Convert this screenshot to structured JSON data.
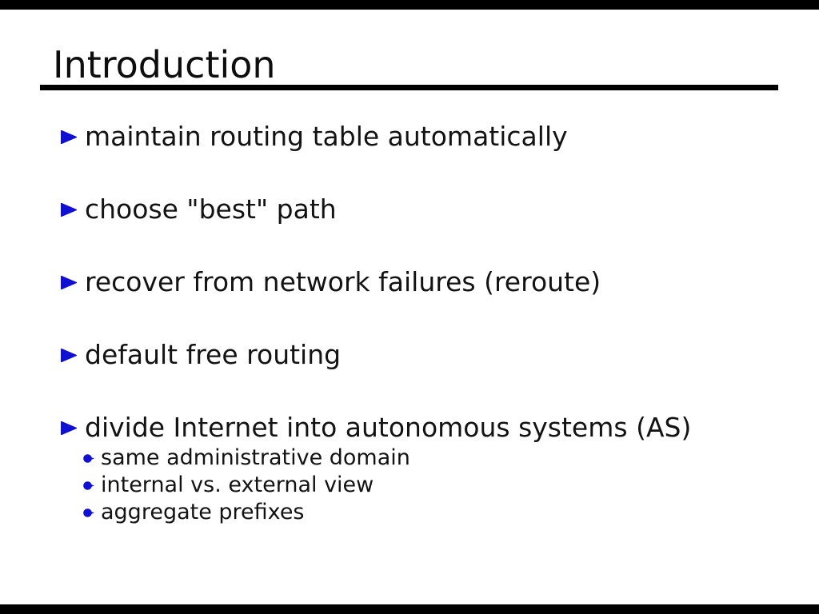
{
  "slide": {
    "title": "Introduction",
    "bullets": [
      {
        "text": "maintain routing table automatically"
      },
      {
        "text": "choose \"best\" path"
      },
      {
        "text": "recover from network failures (reroute)"
      },
      {
        "text": "default free routing"
      },
      {
        "text": "divide Internet into autonomous systems (AS)"
      }
    ],
    "sub_bullets": [
      {
        "text": "same administrative domain"
      },
      {
        "text": "internal vs. external view"
      },
      {
        "text": "aggregate prefixes"
      }
    ],
    "icons": {
      "bullet": "right-triangle-icon",
      "sub_bullet": "ball-dot-icon"
    },
    "colors": {
      "bullet_blue": "#1010d2",
      "text": "#131313",
      "rule_black": "#000000",
      "background": "#ffffff"
    }
  }
}
